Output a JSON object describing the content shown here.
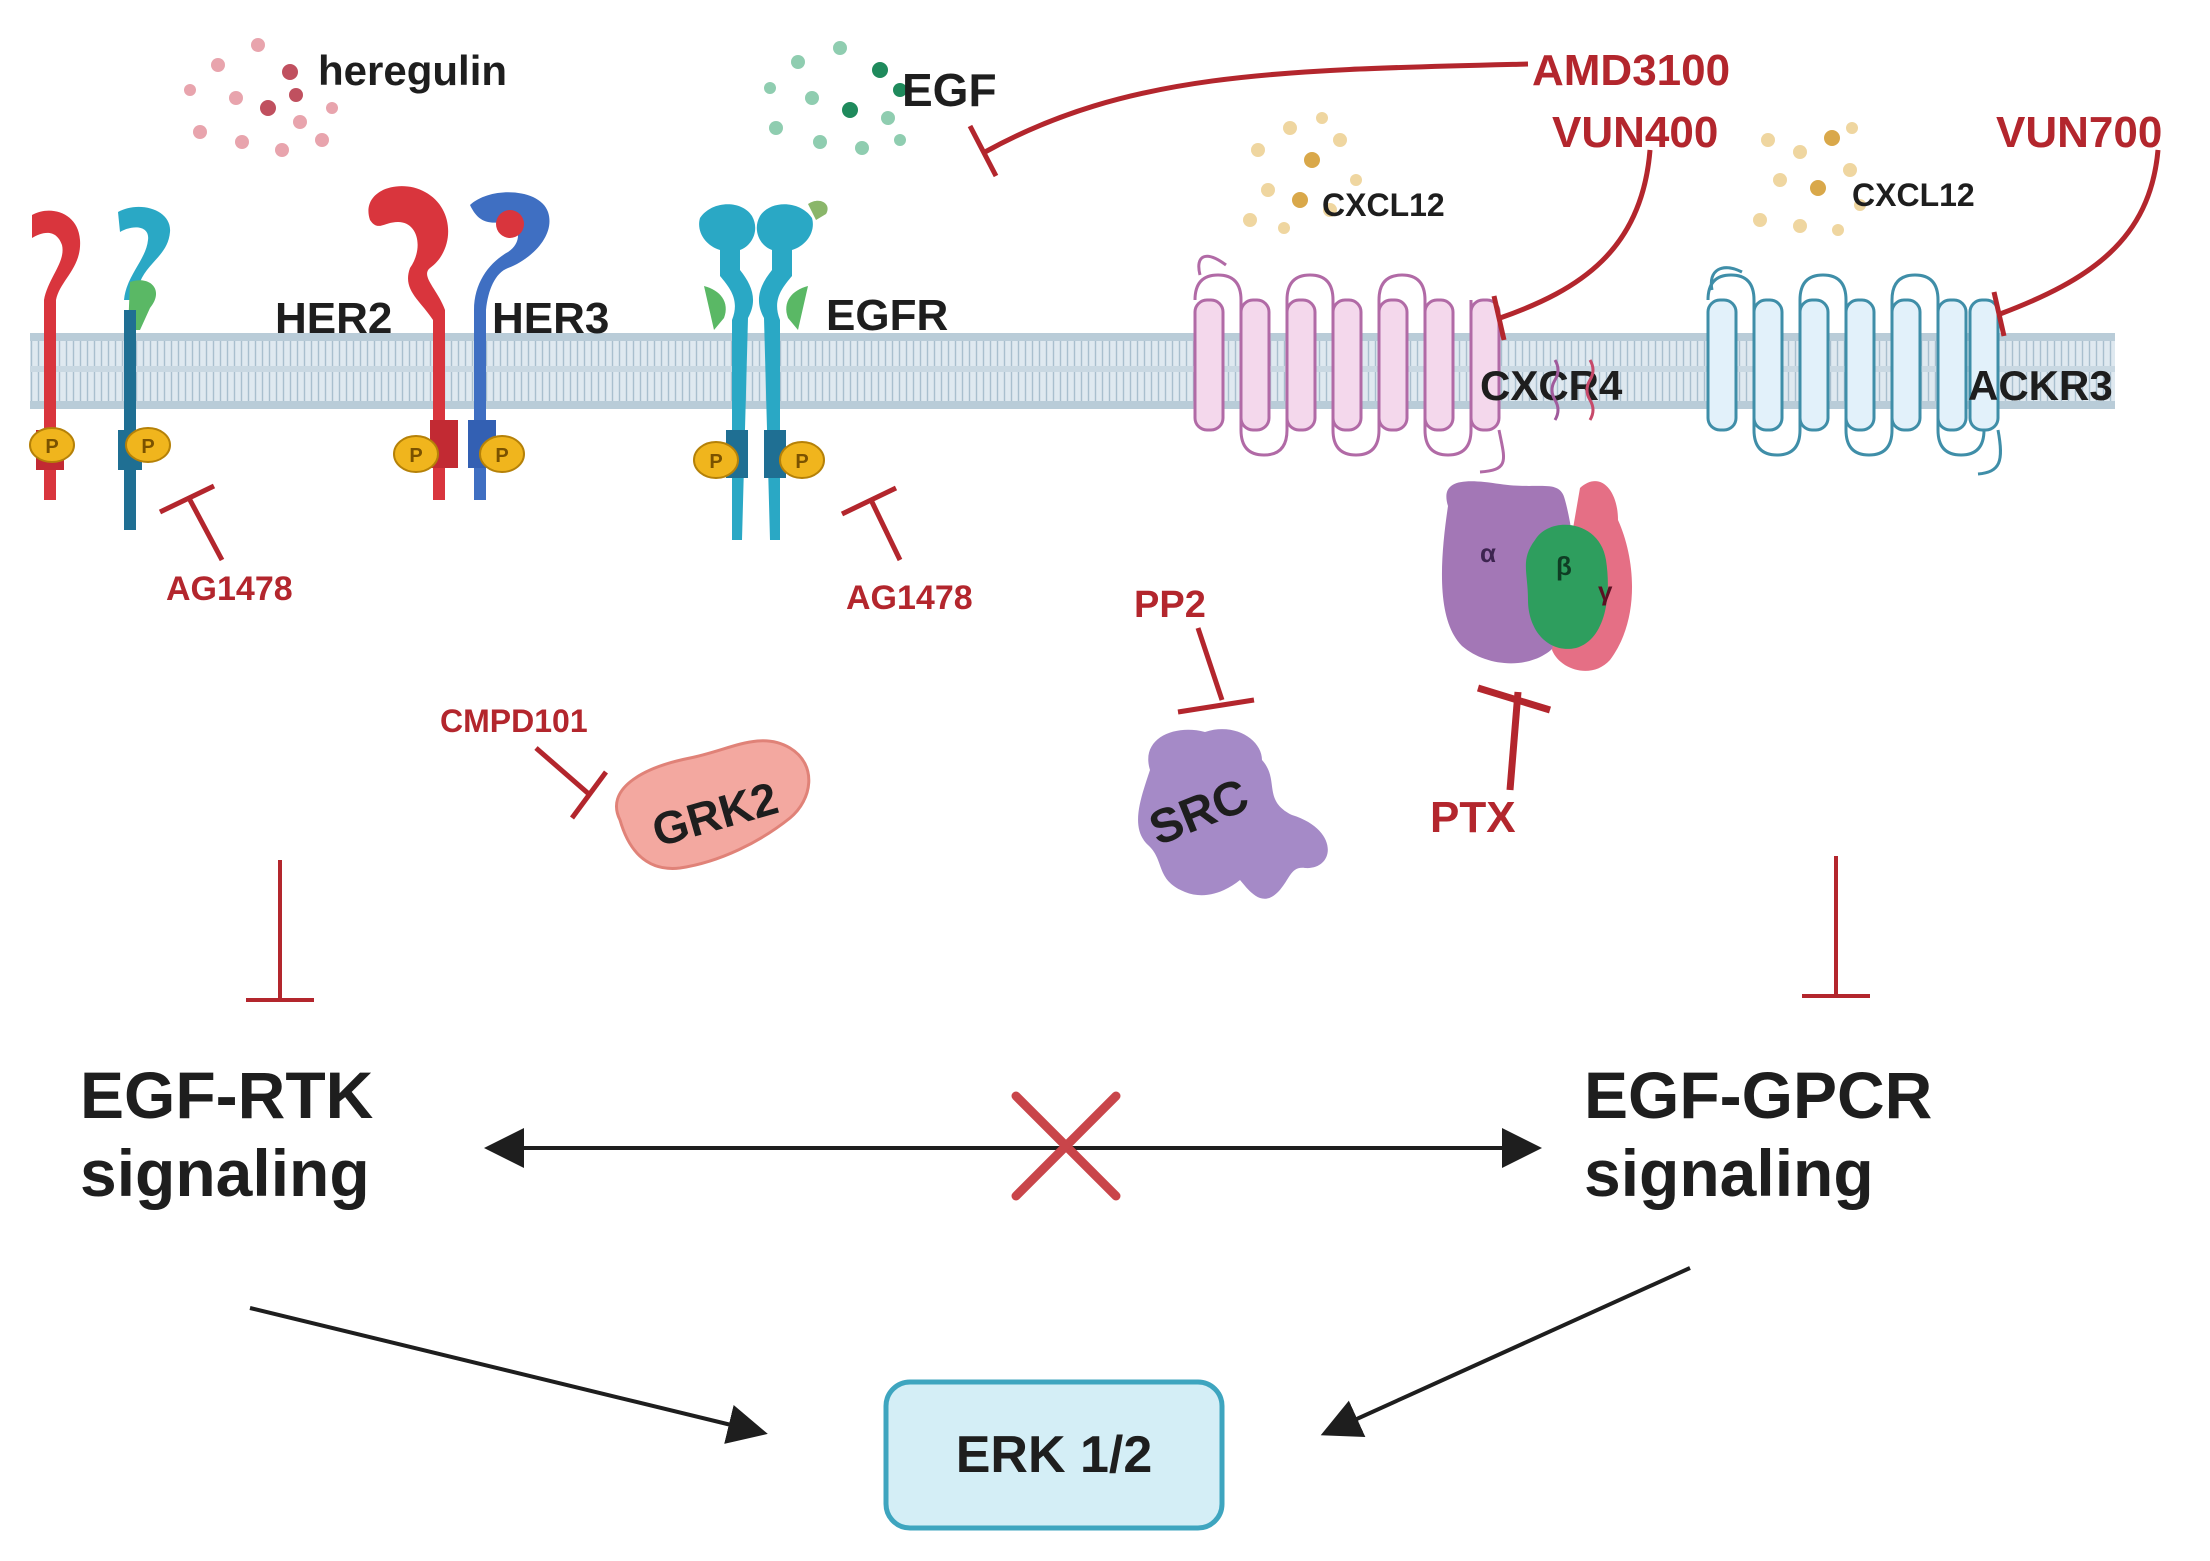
{
  "ligands": {
    "heregulin": "heregulin",
    "egf": "EGF",
    "cxcl12_left": "CXCL12",
    "cxcl12_right": "CXCL12"
  },
  "receptors": {
    "her2": "HER2",
    "her3": "HER3",
    "egfr": "EGFR",
    "cxcr4": "CXCR4",
    "ackr3": "ACKR3"
  },
  "inhibitors": {
    "amd3100": "AMD3100",
    "vun400": "VUN400",
    "vun700": "VUN700",
    "ag1478_left": "AG1478",
    "ag1478_right": "AG1478",
    "pp2": "PP2",
    "cmpd101": "CMPD101",
    "ptx": "PTX"
  },
  "proteins": {
    "grk2": "GRK2",
    "src": "SRC",
    "g_alpha": "α",
    "g_beta": "β",
    "g_gamma": "γ",
    "phospho": "P"
  },
  "pathways": {
    "rtk_line1": "EGF-RTK",
    "rtk_line2": "signaling",
    "gpcr_line1": "EGF-GPCR",
    "gpcr_line2": "signaling",
    "erk": "ERK 1/2"
  },
  "colors": {
    "inhibitor": "#b3262d",
    "membrane": "#b9ccd8",
    "cxcr4": "#f4d8ec",
    "ackr3": "#e2f1fa",
    "erk_box": "#d4eef6",
    "erk_border": "#3ea5bf"
  }
}
